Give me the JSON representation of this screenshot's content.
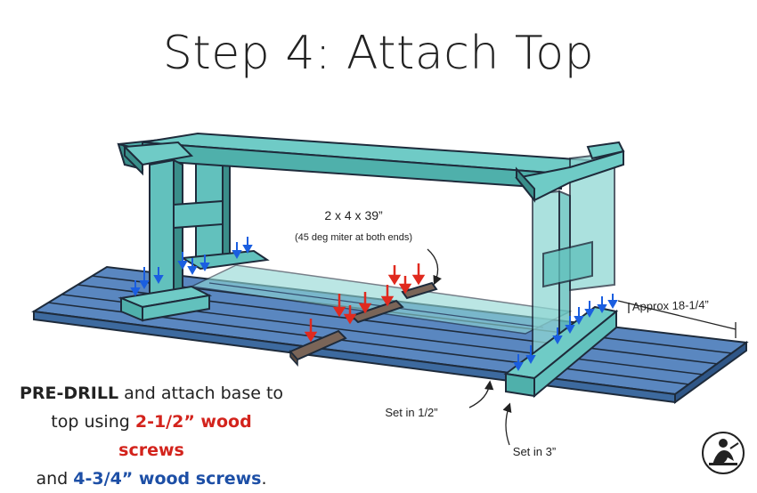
{
  "title": "Step 4: Attach Top",
  "labels": {
    "stretcher_size": "2 x 4 x 39”",
    "stretcher_note": "(45 deg miter at both ends)",
    "width": "Approx 18-1/4”",
    "set_half": "Set in 1/2”",
    "set_three": "Set in 3”"
  },
  "instructions": {
    "line1_bold": "PRE-DRILL",
    "line1_rest": " and attach base to",
    "line2_start": "top using ",
    "line2_red": "2-1/2” wood screws",
    "line3_start": "and ",
    "line3_blue": "4-3/4” wood screws",
    "line3_end": "."
  },
  "colors": {
    "top_boards": "#4d7bb3",
    "base_wood": "#62c1bd",
    "blocks": "#7a6558",
    "red_arrows": "#e02a1f",
    "blue_arrows": "#1a5ee0"
  },
  "logo_icon": "woodworker-logo"
}
